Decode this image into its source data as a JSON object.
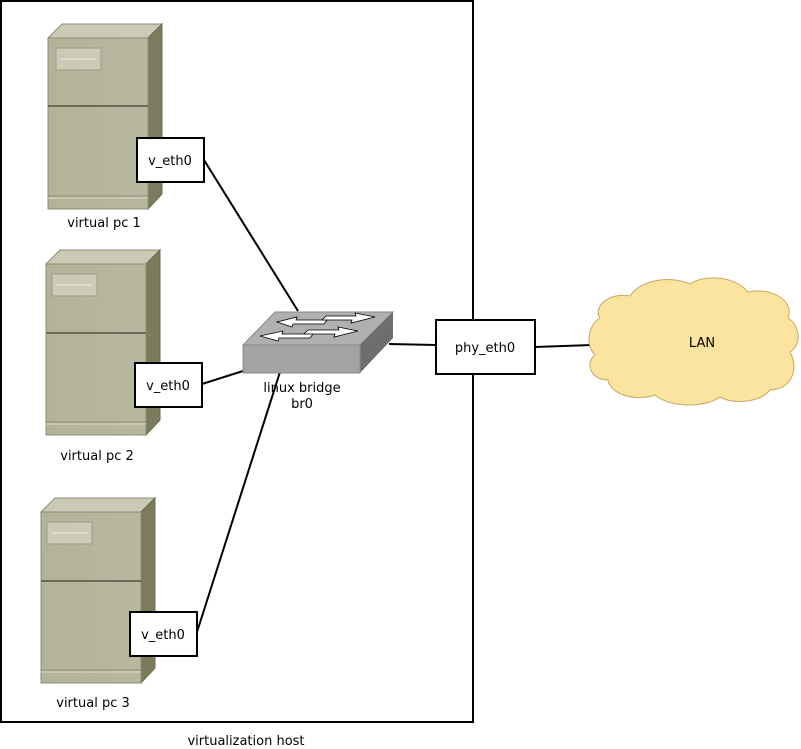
{
  "diagram": {
    "host": {
      "label": "virtualization host"
    },
    "pcs": [
      {
        "label": "virtual pc 1",
        "nic": "v_eth0"
      },
      {
        "label": "virtual pc 2",
        "nic": "v_eth0"
      },
      {
        "label": "virtual pc 3",
        "nic": "v_eth0"
      }
    ],
    "bridge": {
      "label_line1": "linux bridge",
      "label_line2": "br0"
    },
    "physical_nic": {
      "label": "phy_eth0"
    },
    "network": {
      "label": "LAN"
    },
    "colors": {
      "pc_front": "#b5b59c",
      "pc_side": "#7b7b5e",
      "pc_top": "#cacab5",
      "switch_top": "#b0b0b0",
      "switch_front": "#a3a3a3",
      "switch_side": "#6e6e6e",
      "cloud_fill": "#fbe3a0",
      "cloud_stroke": "#c8a860"
    }
  }
}
